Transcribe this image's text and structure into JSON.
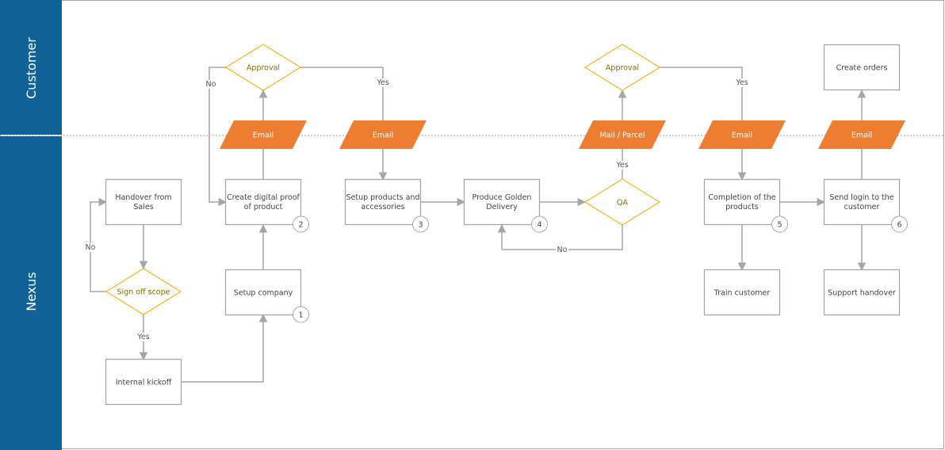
{
  "lanes": [
    {
      "id": "customer",
      "label": "Customer"
    },
    {
      "id": "nexus",
      "label": "Nexus"
    }
  ],
  "colors": {
    "lane_header": "#0f6398",
    "process_stroke": "#a6a6a6",
    "decision_stroke": "#f2b61c",
    "io_fill": "#ed7d31",
    "connector": "#a6a6a6",
    "decision_text": "#8a6d00"
  },
  "nodes": [
    {
      "id": "handover",
      "type": "process",
      "lines": [
        "Handover from",
        "Sales"
      ]
    },
    {
      "id": "signoff",
      "type": "decision",
      "lines": [
        "Sign off scope"
      ]
    },
    {
      "id": "kickoff",
      "type": "process",
      "lines": [
        "Internal kickoff"
      ]
    },
    {
      "id": "setupco",
      "type": "process",
      "lines": [
        "Setup company"
      ],
      "step": "1"
    },
    {
      "id": "proof",
      "type": "process",
      "lines": [
        "Create digital proof",
        "of product"
      ],
      "step": "2"
    },
    {
      "id": "email1",
      "type": "io",
      "lines": [
        "Email"
      ]
    },
    {
      "id": "approval1",
      "type": "decision",
      "lines": [
        "Approval"
      ]
    },
    {
      "id": "email2",
      "type": "io",
      "lines": [
        "Email"
      ]
    },
    {
      "id": "setupprod",
      "type": "process",
      "lines": [
        "Setup products and",
        "accessories"
      ],
      "step": "3"
    },
    {
      "id": "golden",
      "type": "process",
      "lines": [
        "Produce Golden",
        "Delivery"
      ],
      "step": "4"
    },
    {
      "id": "qa",
      "type": "decision",
      "lines": [
        "QA"
      ]
    },
    {
      "id": "mail",
      "type": "io",
      "lines": [
        "Mail / Parcel"
      ]
    },
    {
      "id": "approval2",
      "type": "decision",
      "lines": [
        "Approval"
      ]
    },
    {
      "id": "email3",
      "type": "io",
      "lines": [
        "Email"
      ]
    },
    {
      "id": "completion",
      "type": "process",
      "lines": [
        "Completion of the",
        "products"
      ],
      "step": "5"
    },
    {
      "id": "train",
      "type": "process",
      "lines": [
        "Train customer"
      ]
    },
    {
      "id": "email4",
      "type": "io",
      "lines": [
        "Email"
      ]
    },
    {
      "id": "sendlogin",
      "type": "process",
      "lines": [
        "Send login to the",
        "customer"
      ],
      "step": "6"
    },
    {
      "id": "support",
      "type": "process",
      "lines": [
        "Support handover"
      ]
    },
    {
      "id": "orders",
      "type": "process",
      "lines": [
        "Create orders"
      ]
    }
  ],
  "edges": [
    {
      "id": "e1",
      "from": "handover",
      "to": "signoff",
      "label": ""
    },
    {
      "id": "e2",
      "from": "signoff",
      "to": "kickoff",
      "label": "Yes"
    },
    {
      "id": "e3",
      "from": "signoff",
      "to": "handover",
      "label": "No"
    },
    {
      "id": "e4",
      "from": "kickoff",
      "to": "setupco",
      "label": ""
    },
    {
      "id": "e5",
      "from": "setupco",
      "to": "proof",
      "label": ""
    },
    {
      "id": "e6",
      "from": "proof",
      "to": "approval1",
      "label": ""
    },
    {
      "id": "e7",
      "from": "approval1",
      "to": "proof",
      "label": "No"
    },
    {
      "id": "e8",
      "from": "approval1",
      "to": "setupprod",
      "label": "Yes"
    },
    {
      "id": "e9",
      "from": "setupprod",
      "to": "golden",
      "label": ""
    },
    {
      "id": "e10",
      "from": "golden",
      "to": "qa",
      "label": ""
    },
    {
      "id": "e11",
      "from": "qa",
      "to": "golden",
      "label": "No"
    },
    {
      "id": "e12",
      "from": "qa",
      "to": "approval2",
      "label": "Yes"
    },
    {
      "id": "e13",
      "from": "approval2",
      "to": "completion",
      "label": "Yes"
    },
    {
      "id": "e14",
      "from": "completion",
      "to": "sendlogin",
      "label": ""
    },
    {
      "id": "e15",
      "from": "completion",
      "to": "train",
      "label": ""
    },
    {
      "id": "e16",
      "from": "sendlogin",
      "to": "orders",
      "label": ""
    },
    {
      "id": "e17",
      "from": "sendlogin",
      "to": "support",
      "label": ""
    }
  ]
}
